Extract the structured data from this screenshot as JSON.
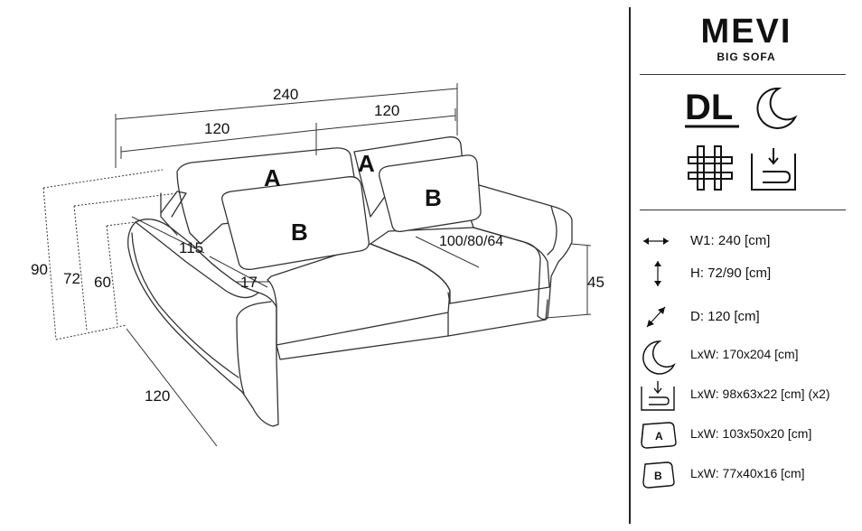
{
  "product": {
    "name": "MEVI",
    "type": "BIG SOFA"
  },
  "features": {
    "dl_label": "DL"
  },
  "drawing": {
    "dim_total_width": "240",
    "dim_left_seat": "120",
    "dim_right_seat": "120",
    "dim_height_max": "90",
    "dim_height_back": "72",
    "dim_height_arm": "60",
    "dim_seat_height": "45",
    "dim_seat_depth": "115",
    "dim_arm_width": "17",
    "dim_depth": "120",
    "dim_seat_depths": "100/80/64",
    "cushion_a": "A",
    "cushion_b": "B"
  },
  "specs": [
    {
      "icon": "width-arrow-icon",
      "text": "W1: 240 [cm]"
    },
    {
      "icon": "height-arrow-icon",
      "text": "H: 72/90 [cm]"
    },
    {
      "icon": "depth-arrow-icon",
      "text": "D: 120 [cm]"
    },
    {
      "icon": "moon-icon",
      "text": "LxW: 170x204 [cm]"
    },
    {
      "icon": "storage-box-icon",
      "text": "LxW: 98x63x22 [cm] (x2)"
    },
    {
      "icon": "cushion-a-icon",
      "text": "LxW: 103x50x20 [cm]",
      "badge": "A"
    },
    {
      "icon": "cushion-b-icon",
      "text": "LxW: 77x40x16 [cm]",
      "badge": "B"
    }
  ]
}
